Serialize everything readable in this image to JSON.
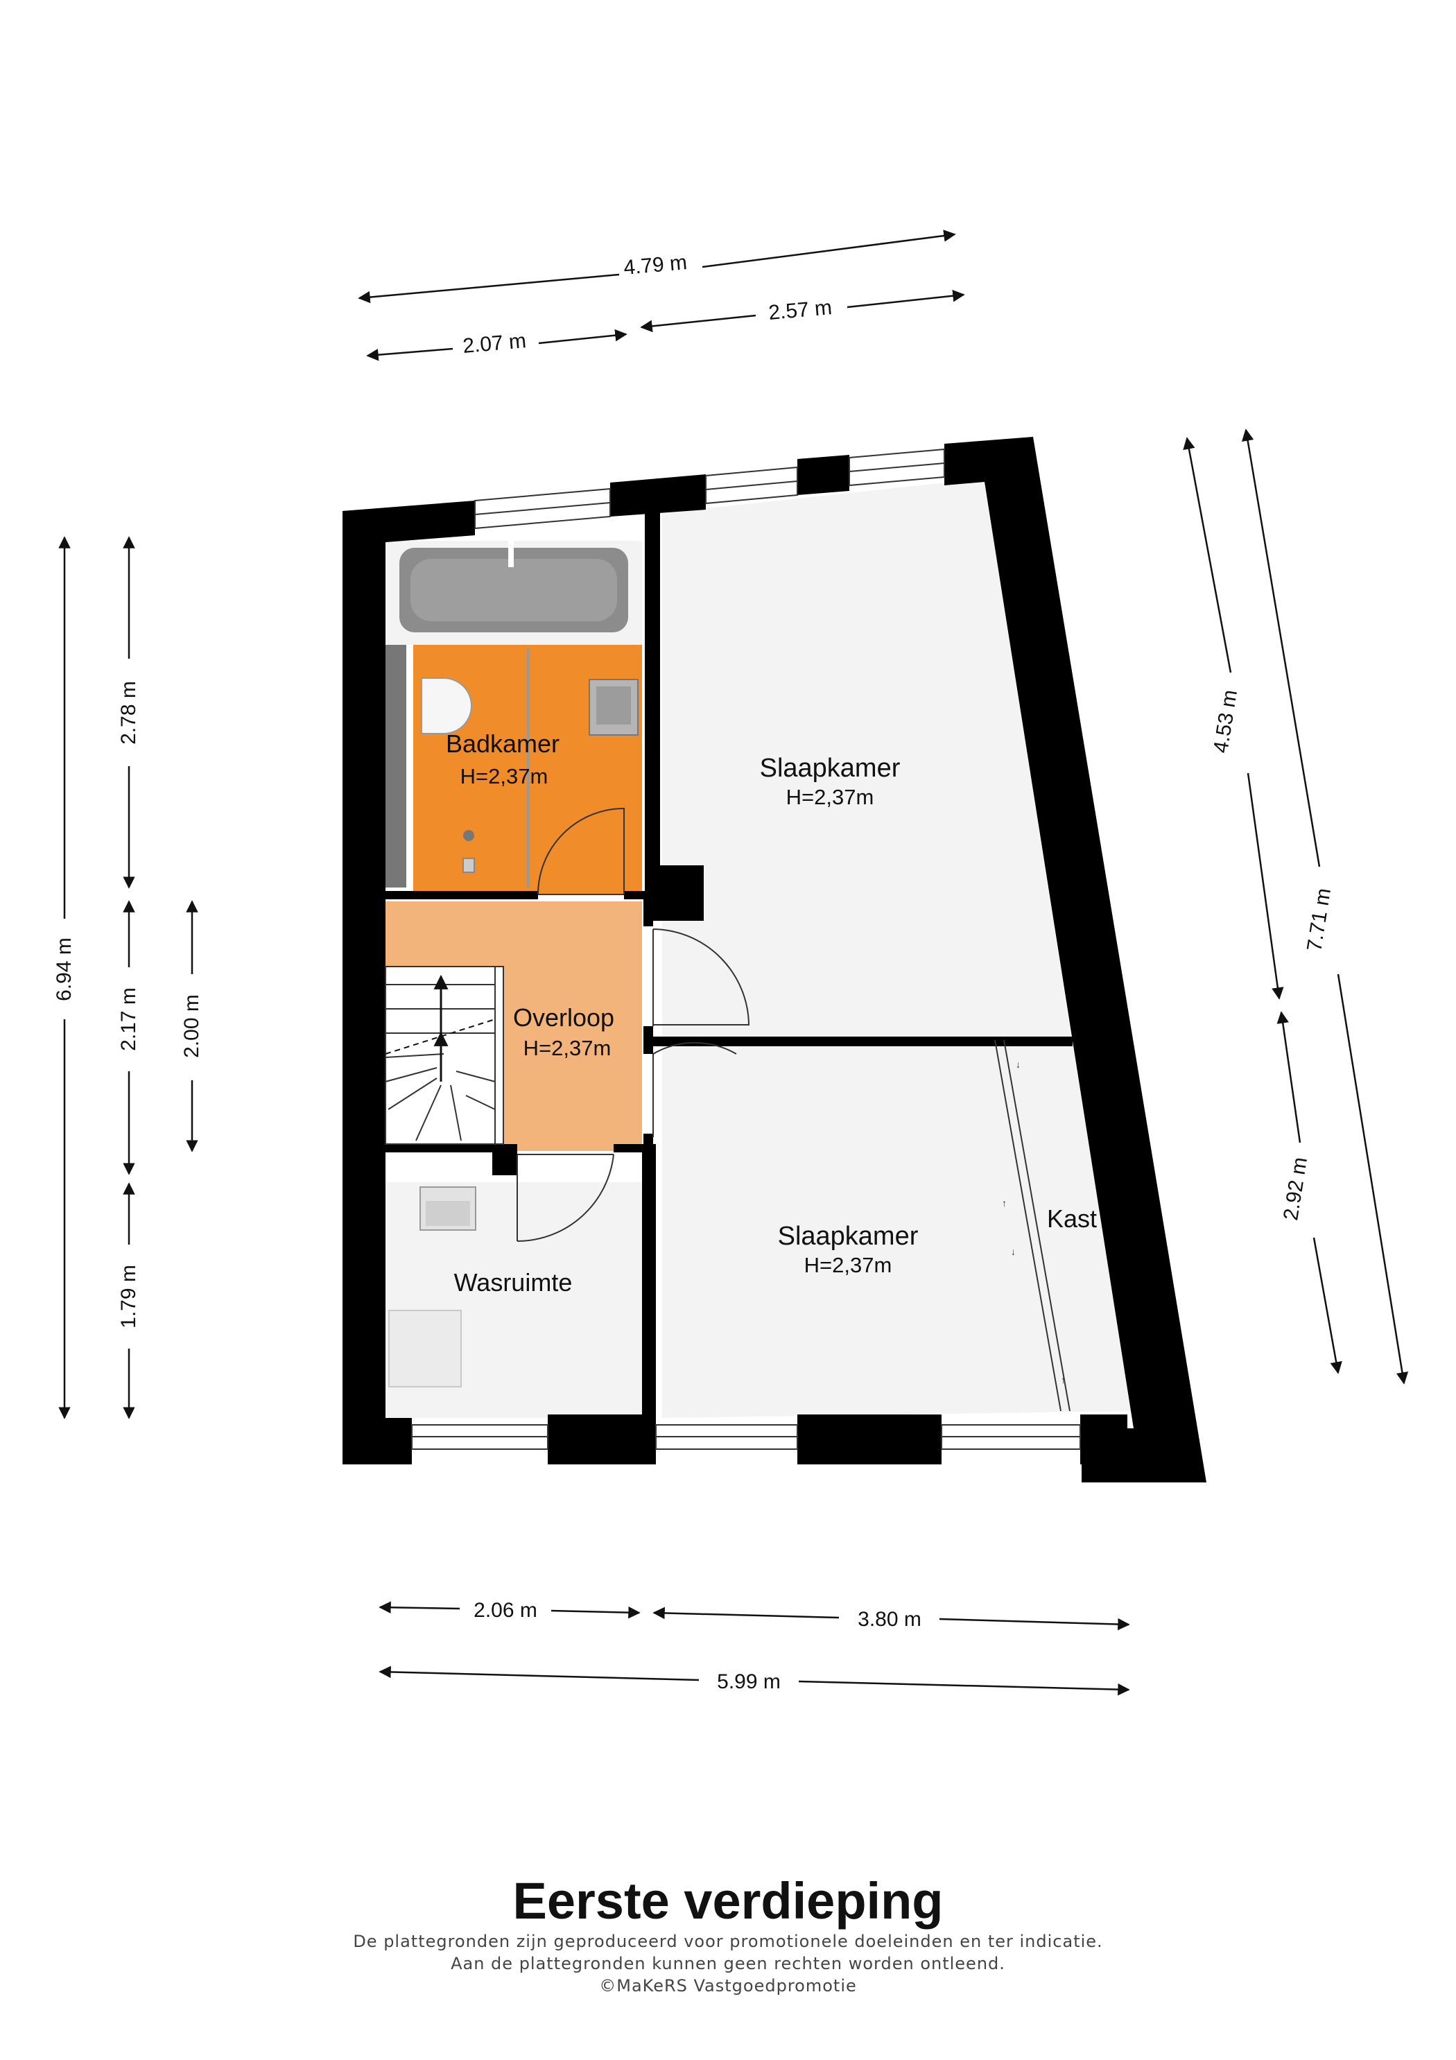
{
  "floor_title": "Eerste verdieping",
  "disclaimer": {
    "line1": "De plattegronden zijn geproduceerd voor promotionele doeleinden en ter indicatie.",
    "line2": "Aan de plattegronden kunnen geen rechten worden ontleend.",
    "line3": "©MaKeRS Vastgoedpromotie"
  },
  "rooms": {
    "badkamer": {
      "name": "Badkamer",
      "height": "H=2,37m"
    },
    "slaapkamer_1": {
      "name": "Slaapkamer",
      "height": "H=2,37m"
    },
    "overloop": {
      "name": "Overloop",
      "height": "H=2,37m"
    },
    "slaapkamer_2": {
      "name": "Slaapkamer",
      "height": "H=2,37m"
    },
    "kast": {
      "name": "Kast"
    },
    "wasruimte": {
      "name": "Wasruimte"
    }
  },
  "dimensions": {
    "top_total": "4.79 m",
    "top_left": "2.07 m",
    "top_right": "2.57 m",
    "left_total": "6.94 m",
    "left_upper": "2.78 m",
    "left_middle": "2.17 m",
    "left_lower": "1.79 m",
    "left_inner": "2.00 m",
    "right_upper": "4.53 m",
    "right_lower": "2.92 m",
    "right_total": "7.71 m",
    "bottom_left": "2.06 m",
    "bottom_right": "3.80 m",
    "bottom_total": "5.99 m"
  },
  "colors": {
    "wall": "#000000",
    "badkamer_fill": "#f08c2a",
    "overloop_fill": "#f2b47a",
    "room_fill": "#f3f3f3",
    "fixture": "#8c8c8c"
  }
}
